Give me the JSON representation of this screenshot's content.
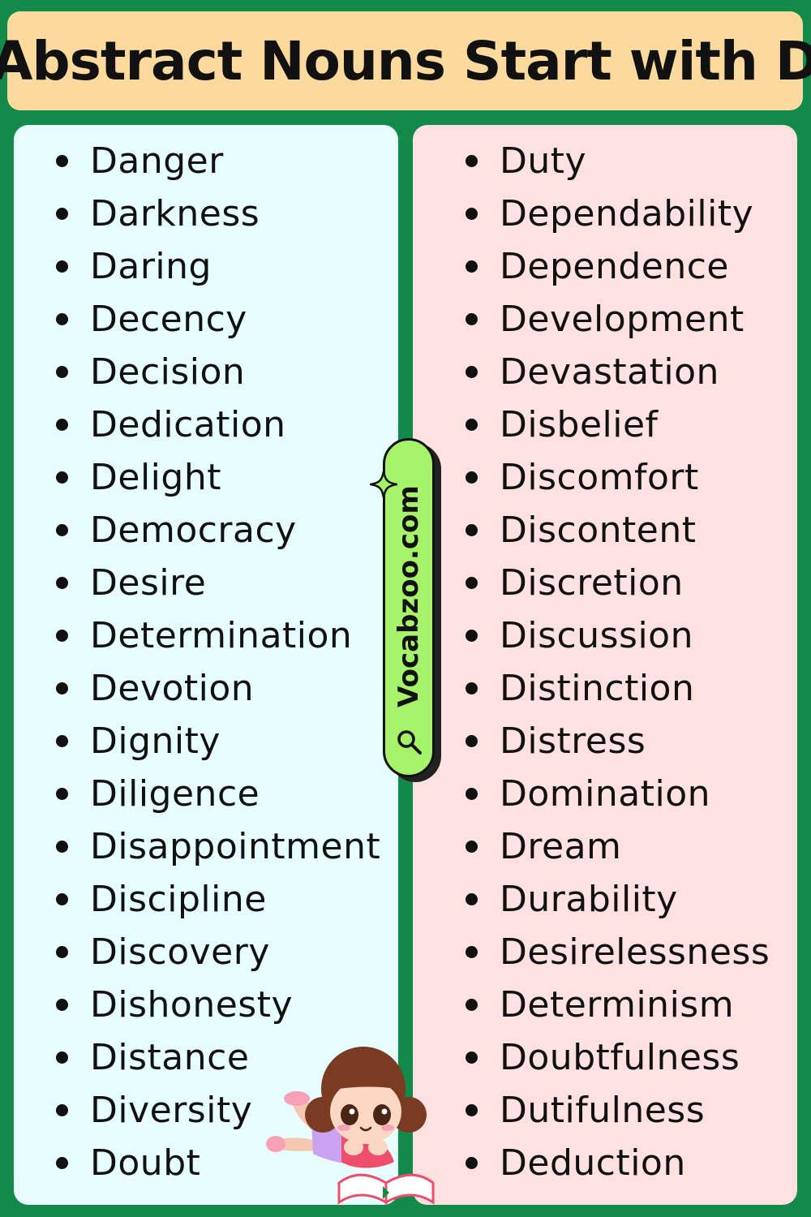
{
  "title": "Abstract Nouns Start with D",
  "watermark": "Vocabzoo.com",
  "left_words": [
    "Danger",
    "Darkness",
    "Daring",
    "Decency",
    "Decision",
    "Dedication",
    "Delight",
    "Democracy",
    "Desire",
    "Determination",
    "Devotion",
    "Dignity",
    "Diligence",
    "Disappointment",
    "Discipline",
    "Discovery",
    "Dishonesty",
    "Distance",
    "Diversity",
    "Doubt"
  ],
  "right_words": [
    "Duty",
    "Dependability",
    "Dependence",
    "Development",
    "Devastation",
    "Disbelief",
    "Discomfort",
    "Discontent",
    "Discretion",
    "Discussion",
    "Distinction",
    "Distress",
    "Domination",
    "Dream",
    "Durability",
    "Desirelessness",
    "Determinism",
    "Doubtfulness",
    "Dutifulness",
    "Deduction"
  ],
  "colors": {
    "background": "#138a4a",
    "title_bg": "#fcd99d",
    "left_panel": "#e6feff",
    "right_panel": "#ffe1e1",
    "pill": "#a6f36a"
  },
  "icons": [
    "sparkle-icon",
    "magnifier-icon",
    "reading-girl-illustration"
  ]
}
